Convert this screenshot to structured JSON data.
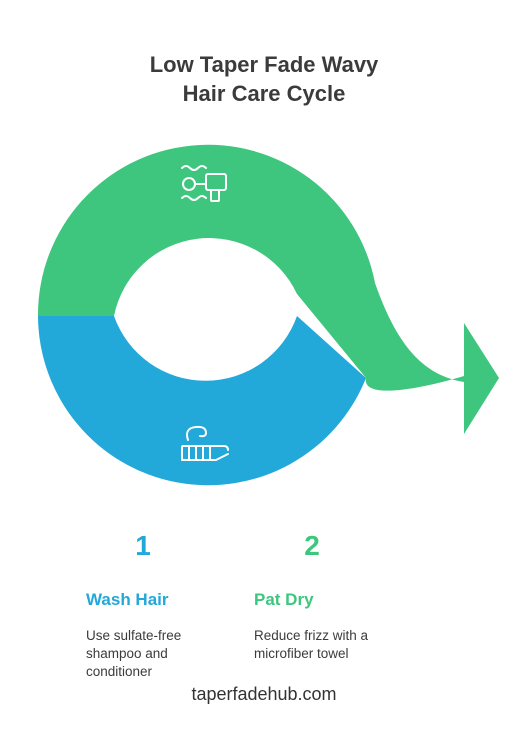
{
  "title": {
    "line1": "Low Taper Fade Wavy",
    "line2": "Hair Care Cycle"
  },
  "colors": {
    "blue": "#22a8d9",
    "green": "#3ec67e",
    "text": "#3b3b3b"
  },
  "steps": [
    {
      "number": "1",
      "title": "Wash Hair",
      "desc_line1": "Use sulfate-free",
      "desc_line2": "shampoo and",
      "desc_line3": "conditioner",
      "icon": "toothbrush-icon",
      "color": "#22a8d9"
    },
    {
      "number": "2",
      "title": "Pat Dry",
      "desc_line1": "Reduce frizz with a",
      "desc_line2": "microfiber towel",
      "desc_line3": "",
      "icon": "hair-dryer-icon",
      "color": "#3ec67e"
    }
  ],
  "footer": "taperfadehub.com"
}
